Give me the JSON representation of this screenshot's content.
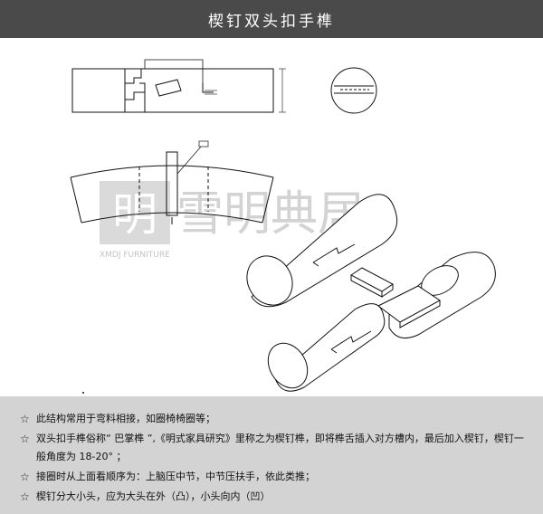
{
  "header": {
    "title": "楔钉双头扣手榫"
  },
  "watermark": {
    "chinese": "雪明典居",
    "english": "XMDJ FURNITURE",
    "color": "#c8c8c8"
  },
  "notes": [
    {
      "icon": "star-icon",
      "text": "此结构常用于弯料相接，如圈椅椅圈等；"
    },
    {
      "icon": "star-icon",
      "text": "双头扣手榫俗称“ 巴掌榫 ”,《明式家具研究》里称之为楔钉榫，即将榫舌插入对方槽内，最后加入楔钉，楔钉一般角度为 18-20° ；"
    },
    {
      "icon": "star-icon",
      "text": "接圈时从上面看顺序为：上脑压中节，中节压扶手，依此类推；"
    },
    {
      "icon": "star-icon",
      "text": "楔钉分大小头，应为大头在外（凸），小头向内（凹）"
    }
  ],
  "colors": {
    "header_bg": "#4a4a4a",
    "notes_bg": "#d3d3d3",
    "line": "#111111"
  }
}
